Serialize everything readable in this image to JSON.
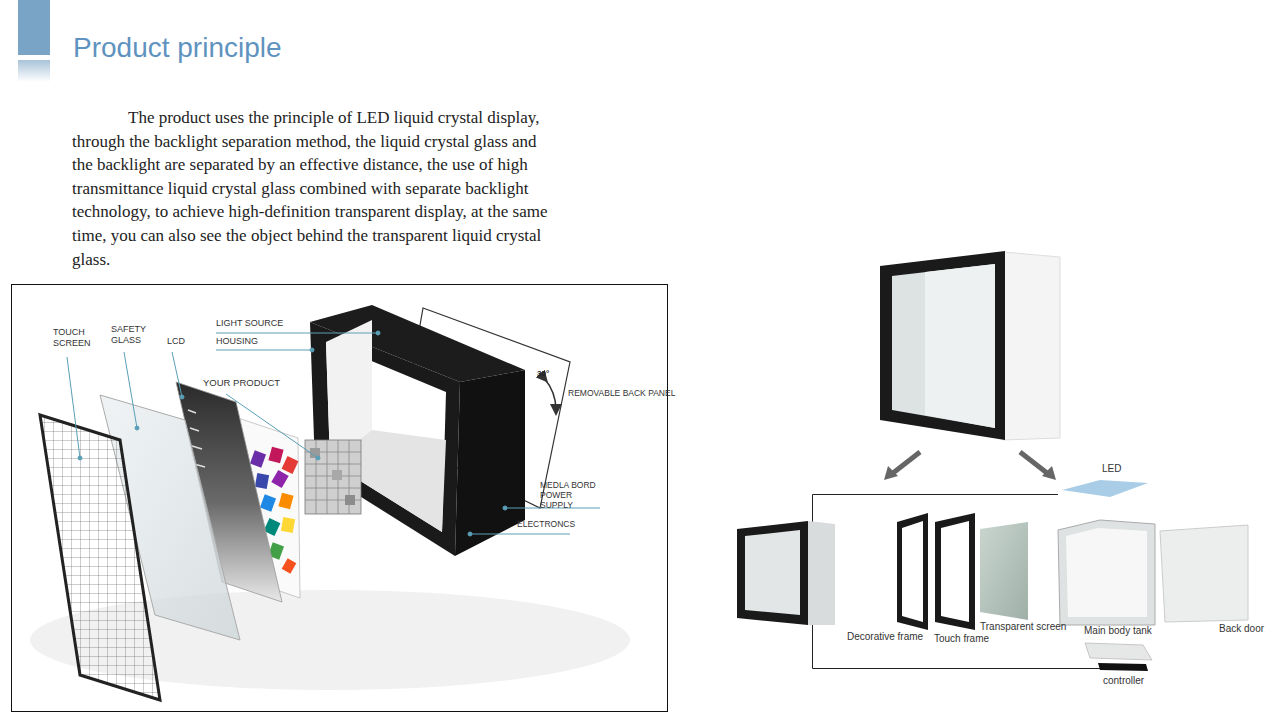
{
  "diagram": {
    "title": "Product principle",
    "labels": [
      "The product uses the principle of LED liquid crystal display, through the backlight separation method, the liquid crystal glass and the backlight are separated by an effective distance, the use of high transmittance liquid crystal glass combined with separate backlight technology, to achieve high-definition transparent display, at the same time, you can also see the object behind the transparent liquid crystal glass.",
      "TOUCH SCREEN",
      "SAFETY GLASS",
      "LCD",
      "LIGHT SOURCE",
      "HOUSING",
      "YOUR PRODUCT",
      "30°",
      "REMOVABLE BACK PANEL",
      "MEDLA BORD POWER SUPPLY",
      "ELECTRONCS",
      "LED",
      "Decorative frame",
      "Touch frame",
      "Transparent screen",
      "Main body tank",
      "Back door",
      "controller"
    ]
  }
}
